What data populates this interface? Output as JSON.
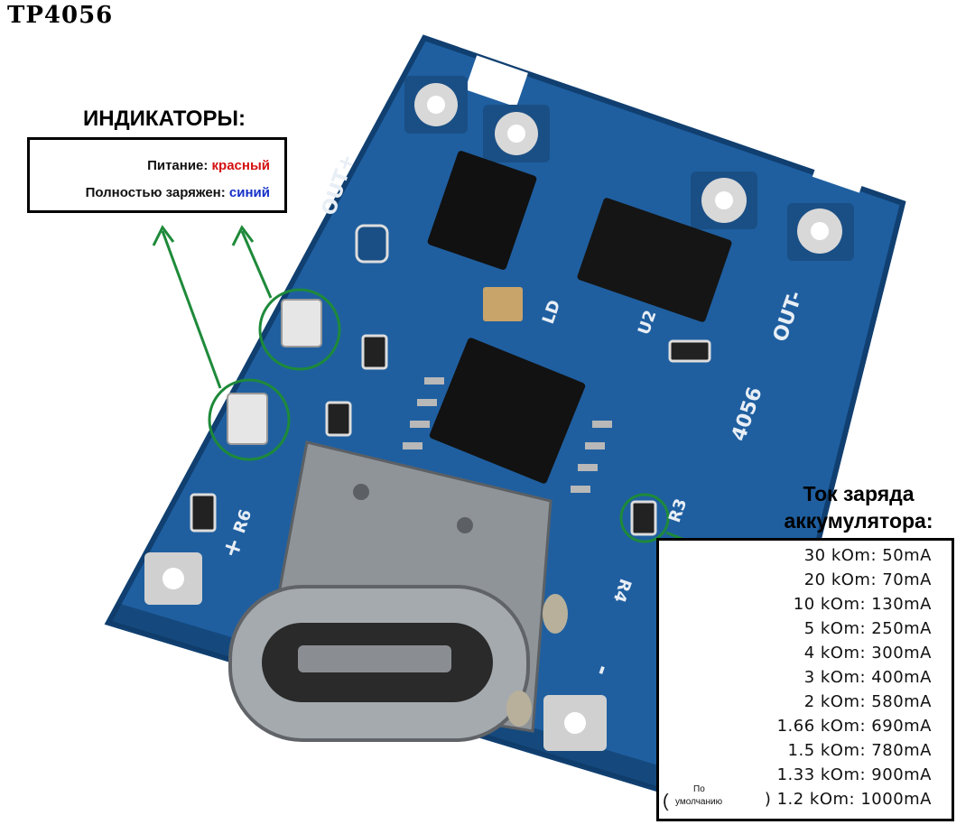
{
  "title": "TP4056",
  "indicators": {
    "heading": "ИНДИКАТОРЫ:",
    "power_label": "Питание: ",
    "power_color_word": "красный",
    "full_label": "Полностью заряжен: ",
    "full_color_word": "синий",
    "power_color": "#d41010",
    "full_color": "#1430c8"
  },
  "current": {
    "heading_line1": "Ток заряда",
    "heading_line2": "аккумулятора:",
    "rows": [
      "30 kOm: 50mA",
      "20 kOm: 70mA",
      "10 kOm: 130mA",
      "5 kOm: 250mA",
      "4 kOm: 300mA",
      "3 kOm: 400mA",
      "2 kOm: 580mA",
      "1.66 kOm: 690mA",
      "1.5 kOm: 780mA",
      "1.33 kOm: 900mA",
      ") 1.2 kOm: 1000mA"
    ],
    "default_paren_open": "(",
    "default_line1": "По",
    "default_line2": "умолчанию"
  },
  "board": {
    "pad_labels": [
      "OUT+",
      "OUT-",
      "+",
      "-"
    ],
    "silk_labels": [
      "R3",
      "R4",
      "R6",
      "4056",
      "LD",
      "U2"
    ],
    "colors": {
      "pcb": "#1f5fa0",
      "pcb_dark": "#103f70",
      "pad": "#d8d8d8",
      "chip": "#111111",
      "annotation": "#1e8a3a"
    }
  }
}
